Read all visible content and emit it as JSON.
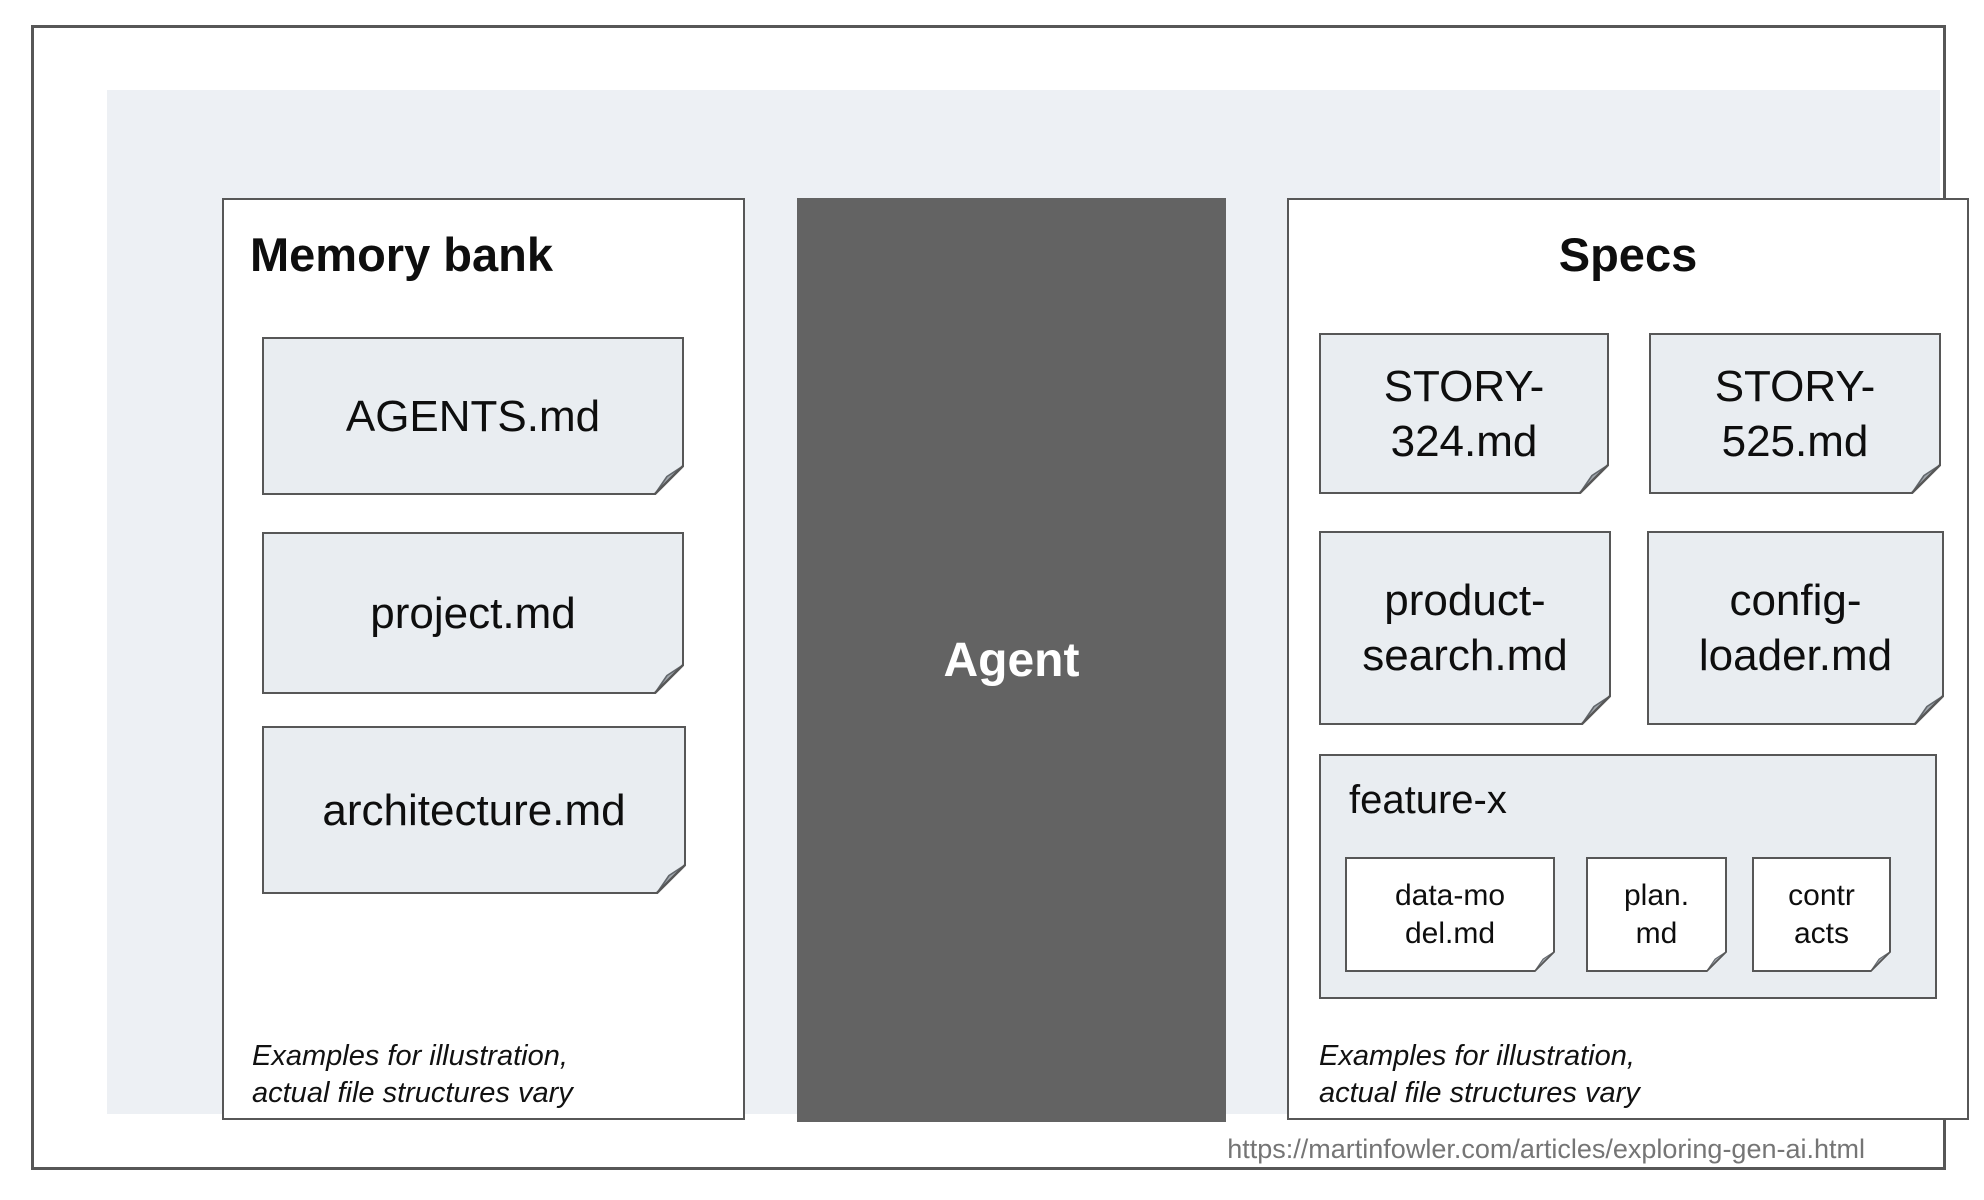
{
  "page": {
    "url_caption": "https://martinfowler.com/articles/exploring-gen-ai.html"
  },
  "colors": {
    "stage_background": "#edf0f4",
    "panel_background": "#ffffff",
    "panel_border": "#575757",
    "card_fill": "#e9edf1",
    "card_white_fill": "#ffffff",
    "agent_fill": "#636363",
    "agent_text": "#ffffff",
    "fold_flap": "#a2a8ae",
    "url_text": "#757575",
    "text": "#0e0e0e"
  },
  "memory_bank": {
    "title": "Memory bank",
    "files": [
      {
        "label": "AGENTS.md"
      },
      {
        "label": "project.md"
      },
      {
        "label": "architecture.md"
      }
    ],
    "note": "Examples for illustration,\nactual file structures vary"
  },
  "agent": {
    "label": "Agent"
  },
  "specs": {
    "title": "Specs",
    "files": [
      {
        "label": "STORY-\n324.md"
      },
      {
        "label": "STORY-\n525.md"
      },
      {
        "label": "product-\nsearch.md"
      },
      {
        "label": "config-\nloader.md"
      }
    ],
    "feature_group": {
      "label": "feature-x",
      "files": [
        {
          "label": "data-mo\ndel.md"
        },
        {
          "label": "plan.\nmd"
        },
        {
          "label": "contr\nacts"
        }
      ]
    },
    "note": "Examples for illustration,\nactual file structures vary"
  }
}
